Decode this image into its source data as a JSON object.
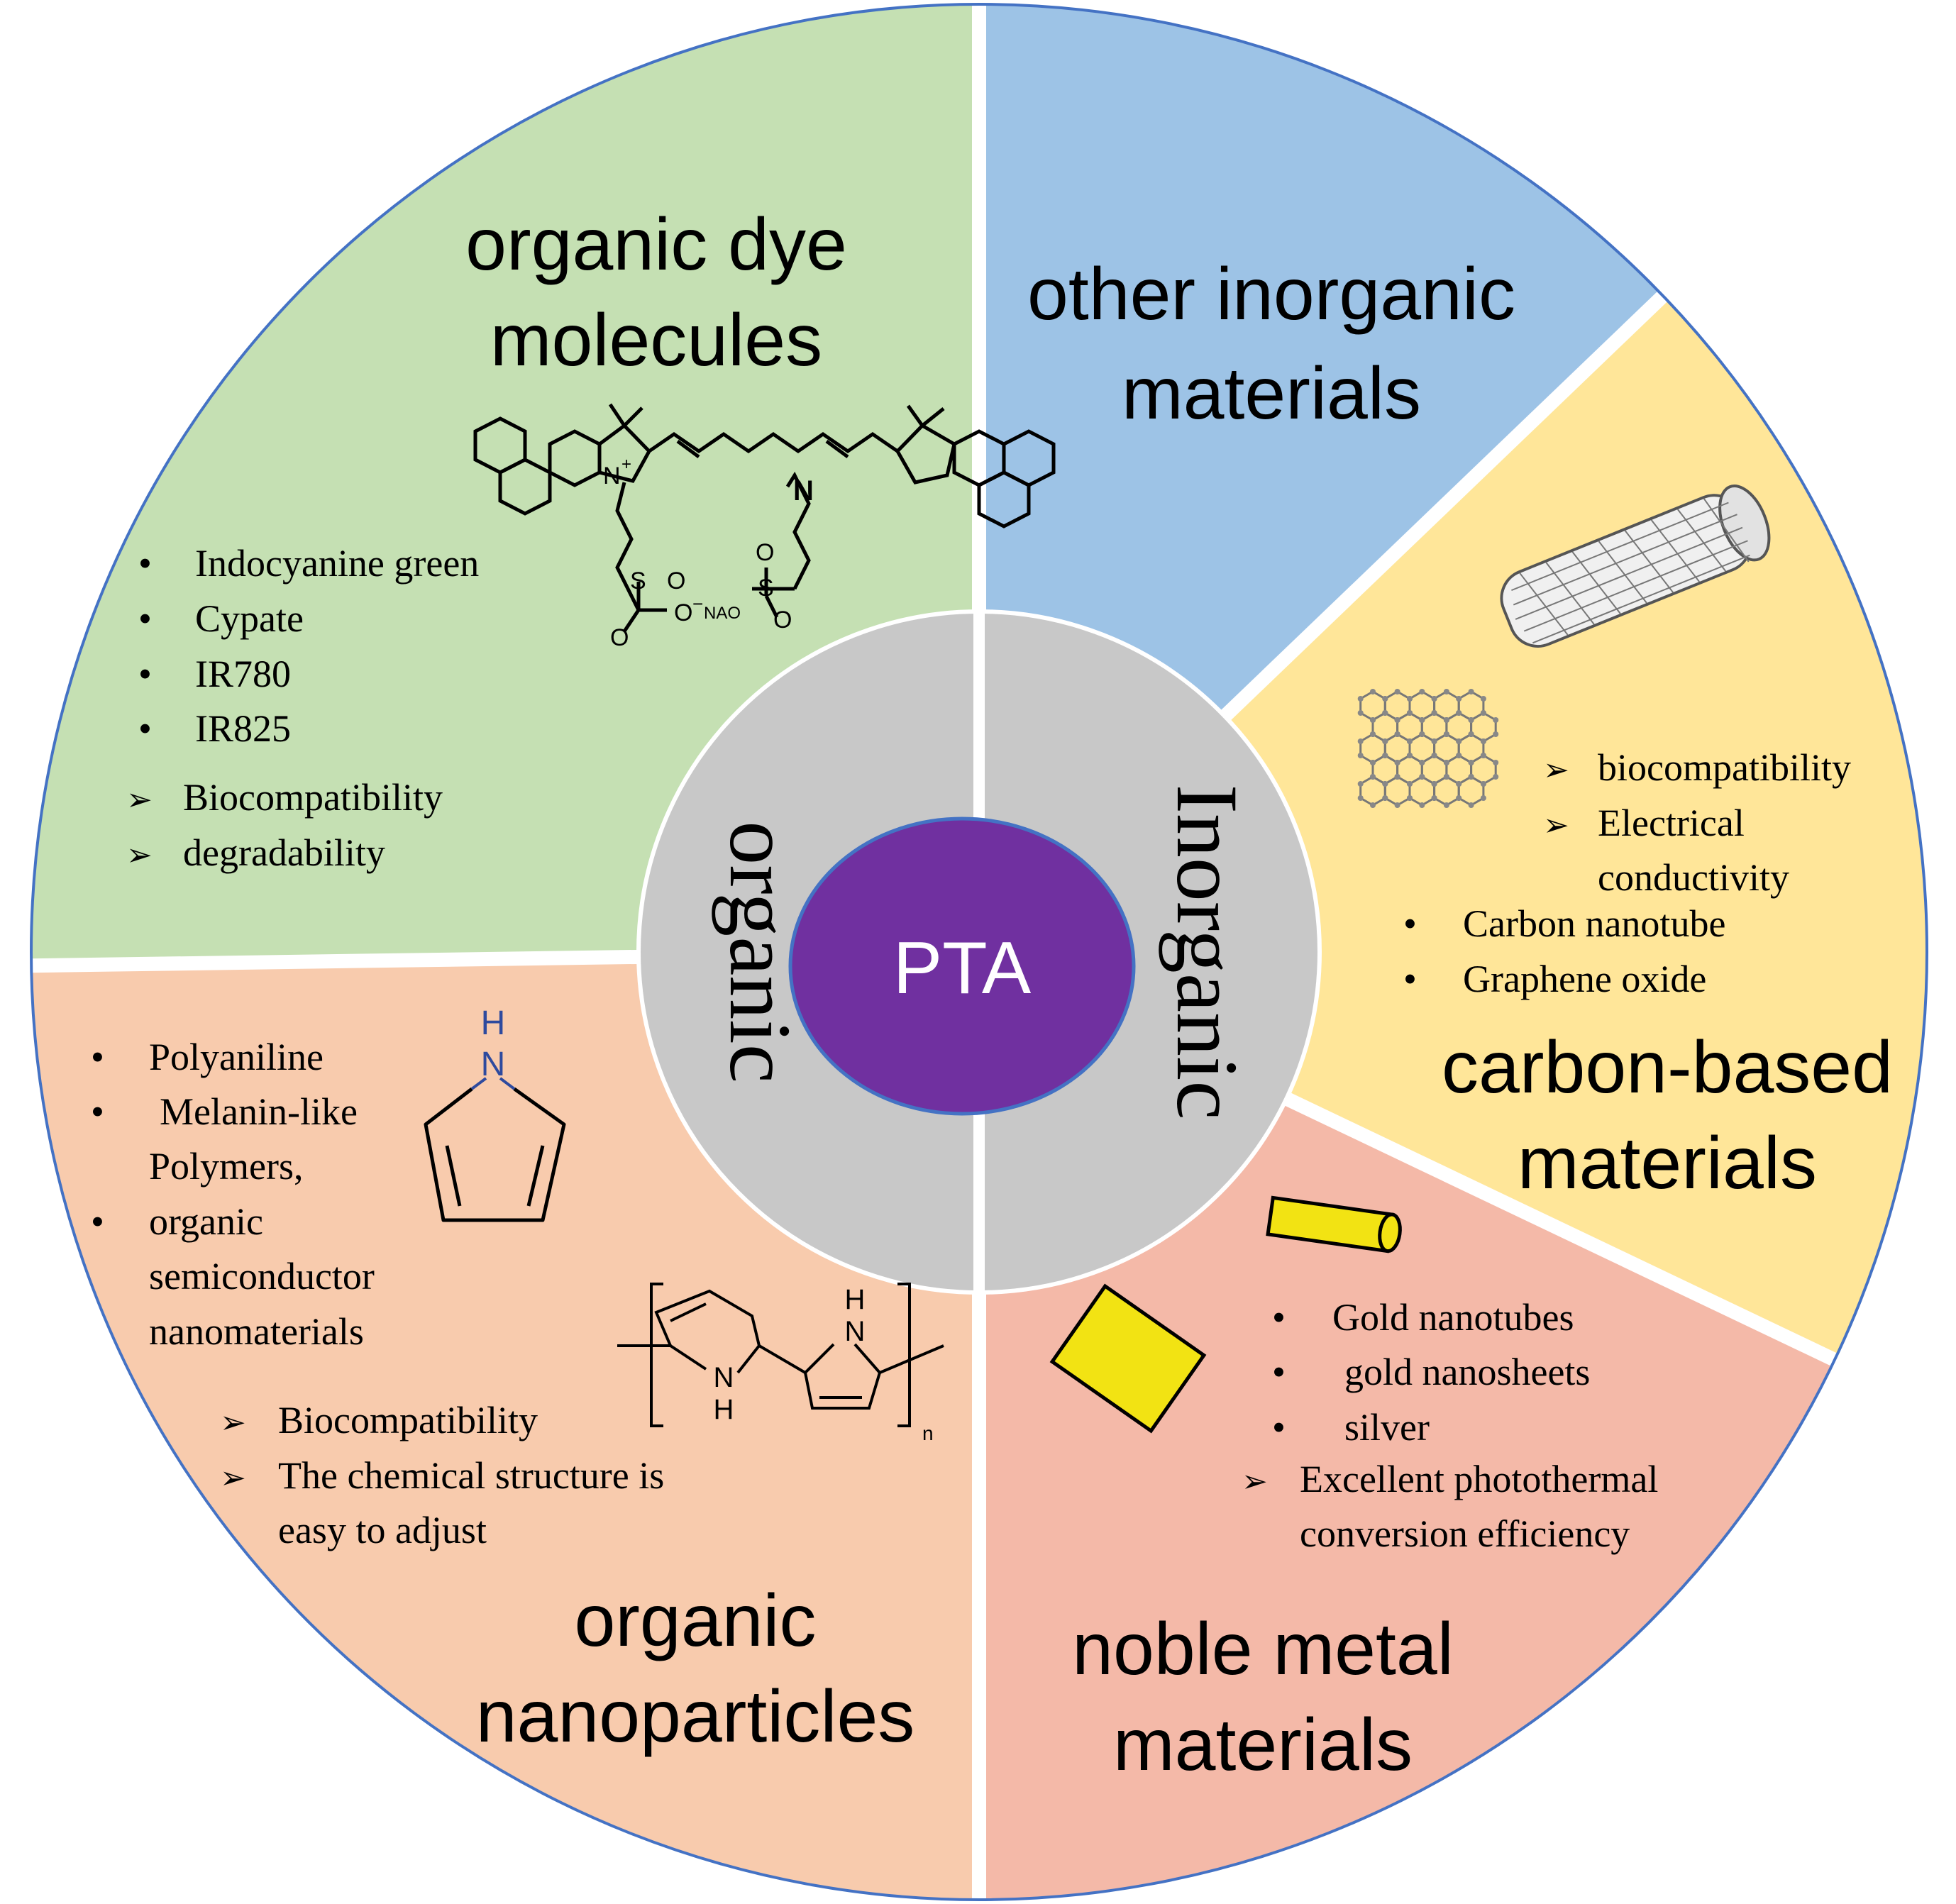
{
  "center": {
    "label": "PTA",
    "color": "#7030a0"
  },
  "ring": {
    "left_label": "organic",
    "right_label": "Inorganic",
    "color": "#c8c8c8"
  },
  "sectors": {
    "dye": {
      "title": [
        "organic dye",
        "molecules"
      ],
      "color": "#c5e0b3",
      "bullets": [
        "Indocyanine green",
        "Cypate",
        "IR780",
        "IR825"
      ],
      "features": [
        "Biocompatibility",
        "degradability"
      ],
      "structure_labels": {
        "n_plus": "N",
        "plus": "+",
        "n": "N",
        "s": "S",
        "o": "O",
        "o_minus": "O",
        "minus": "−",
        "nao": "NAO"
      }
    },
    "other": {
      "title": [
        "other inorganic",
        "materials"
      ],
      "color": "#9dc3e6"
    },
    "carbon": {
      "title": [
        "carbon-based",
        "materials"
      ],
      "color": "#ffe699",
      "features": [
        "biocompatibility",
        "Electrical",
        "conductivity"
      ],
      "bullets": [
        "Carbon nanotube",
        "Graphene oxide"
      ]
    },
    "noble": {
      "title": [
        "noble metal",
        "materials"
      ],
      "color": "#f4b9a8",
      "bullets": [
        "Gold nanotubes",
        "gold nanosheets",
        "silver"
      ],
      "features": [
        "Excellent photothermal",
        "conversion efficiency"
      ],
      "shape_color": "#f2e313"
    },
    "nano": {
      "title": [
        "organic",
        "nanoparticles"
      ],
      "color": "#f8cbad",
      "bullets": [
        "Polyaniline",
        "Melanin-like",
        "Polymers,",
        "organic",
        "semiconductor",
        "nanomaterials"
      ],
      "features": [
        "Biocompatibility",
        "The chemical structure is",
        "easy to adjust"
      ],
      "pyrrole_labels": {
        "h": "H",
        "n": "N"
      },
      "polymer_labels": {
        "h_top": "H",
        "n_top": "N",
        "n_bottom": "N",
        "h_bottom": "H",
        "sub_n": "n"
      }
    }
  },
  "symbols": {
    "bullet": "•",
    "arrow": "➢"
  },
  "colors": {
    "outline": "#4472c4",
    "divider": "#ffffff",
    "text": "#000000"
  }
}
